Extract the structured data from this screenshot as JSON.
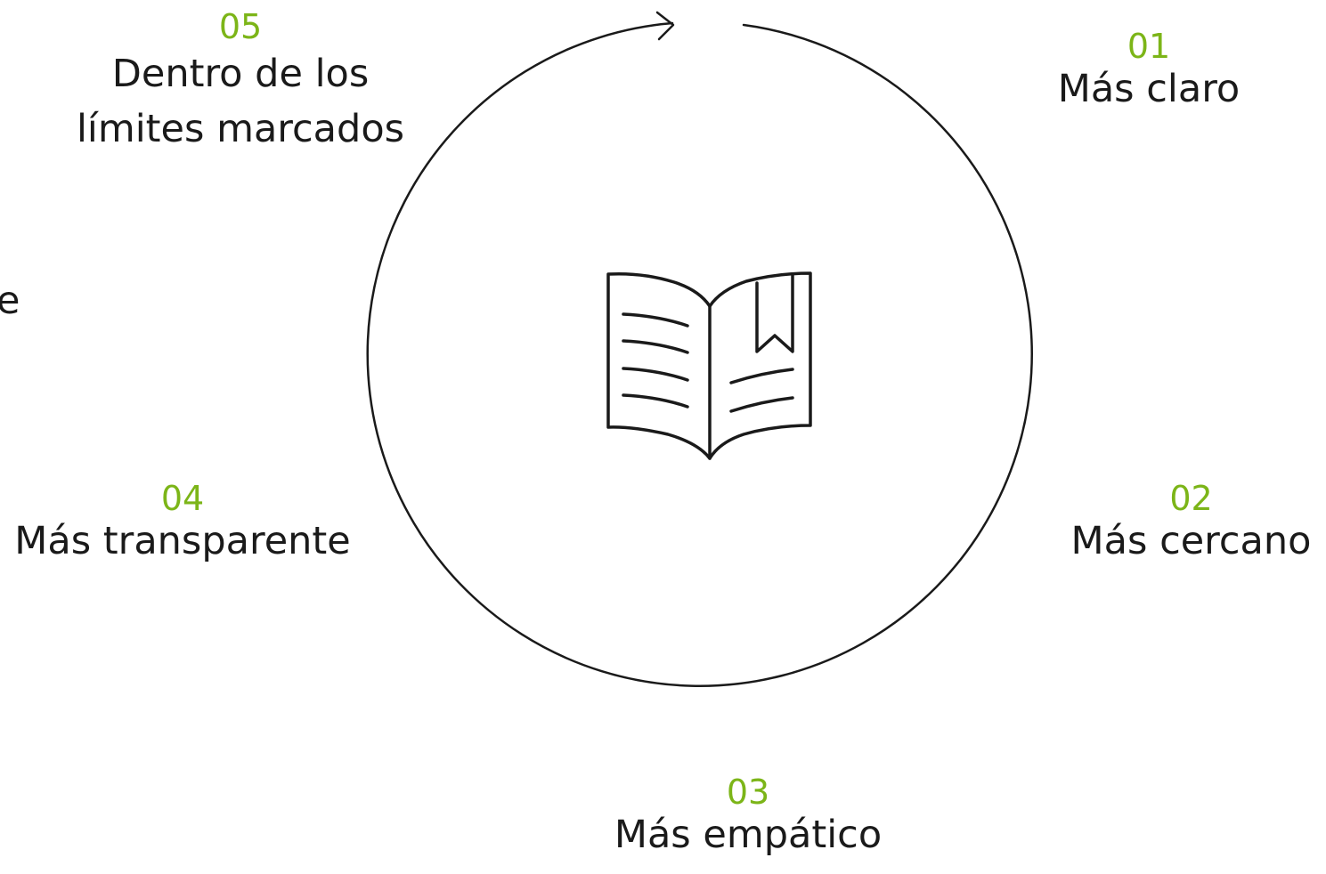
{
  "colors": {
    "accent": "#7cb518",
    "line": "#1a1a1a",
    "text": "#1a1a1a",
    "background": "#ffffff"
  },
  "center_icon": "open-book-with-bookmark-icon",
  "edge_fragment": "e",
  "steps": [
    {
      "number": "01",
      "label": "Más claro"
    },
    {
      "number": "02",
      "label": "Más cercano"
    },
    {
      "number": "03",
      "label": "Más empático"
    },
    {
      "number": "04",
      "label": "Más transparente"
    },
    {
      "number": "05",
      "label": "Dentro de los\nlímites marcados"
    }
  ]
}
